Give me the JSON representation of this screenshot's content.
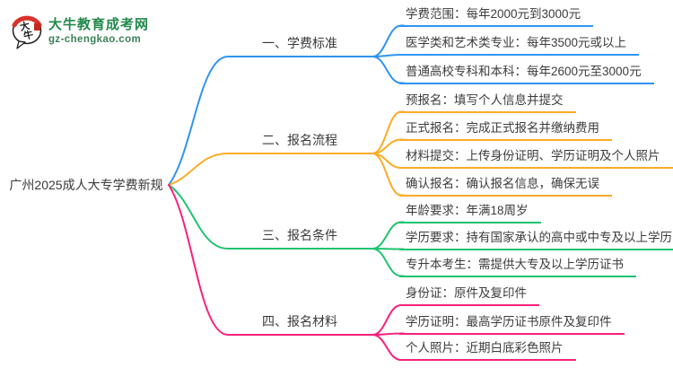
{
  "logo": {
    "title": "大牛教育成考网",
    "domain": "gz-chengkao.com",
    "mark_text": "大牛",
    "title_color": "#21894a",
    "seal_color": "#c5281c"
  },
  "root": {
    "label": "广州2025成人大专学费新规"
  },
  "branches": [
    {
      "label": "一、学费标准",
      "color": "#3094f2",
      "leaves": [
        "学费范围：每年2000元到3000元",
        "医学类和艺术类专业：每年3500元或以上",
        "普通高校专科和本科：每年2600元至3000元"
      ]
    },
    {
      "label": "二、报名流程",
      "color": "#fcab28",
      "leaves": [
        "预报名：填写个人信息并提交",
        "正式报名：完成正式报名并缴纳费用",
        "材料提交：上传身份证明、学历证明及个人照片",
        "确认报名：确认报名信息，确保无误"
      ]
    },
    {
      "label": "三、报名条件",
      "color": "#1ec46f",
      "leaves": [
        "年龄要求：年满18周岁",
        "学历要求：持有国家承认的高中或中专及以上学历",
        "专升本考生：需提供大专及以上学历证书"
      ]
    },
    {
      "label": "四、报名材料",
      "color": "#f8217d",
      "leaves": [
        "身份证：原件及复印件",
        "学历证明：最高学历证书原件及复印件",
        "个人照片：近期白底彩色照片"
      ]
    }
  ]
}
